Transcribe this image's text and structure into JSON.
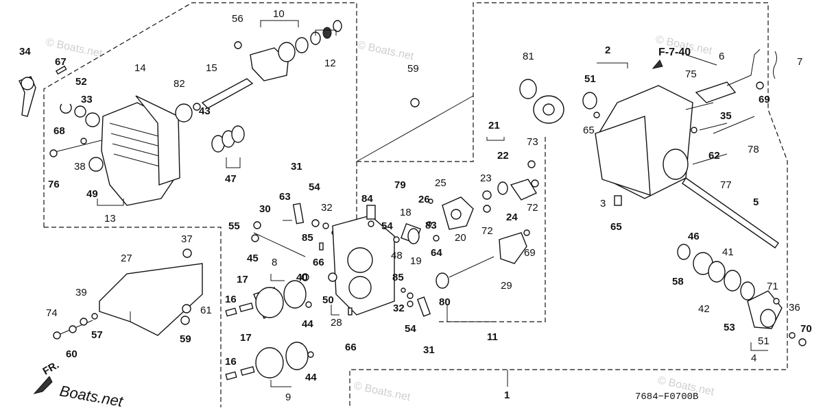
{
  "diagram": {
    "diagram_code": "7684−F0700B",
    "reference_label": "F-7-40",
    "watermark": "Boats.net",
    "watermark_small": "© Boats.net",
    "front_label": "FR.",
    "part_labels": {
      "p1": "1",
      "p2": "2",
      "p3": "3",
      "p4": "4",
      "p5": "5",
      "p6": "6",
      "p7": "7",
      "p8": "8",
      "p9": "9",
      "p10": "10",
      "p11": "11",
      "p12": "12",
      "p13": "13",
      "p14": "14",
      "p15": "15",
      "p16a": "16",
      "p16b": "16",
      "p17a": "17",
      "p17b": "17",
      "p18": "18",
      "p19": "19",
      "p20": "20",
      "p21": "21",
      "p22": "22",
      "p23": "23",
      "p24": "24",
      "p25": "25",
      "p26": "26",
      "p27": "27",
      "p28": "28",
      "p29": "29",
      "p30": "30",
      "p31a": "31",
      "p31b": "31",
      "p32a": "32",
      "p32b": "32",
      "p33": "33",
      "p34": "34",
      "p35": "35",
      "p36": "36",
      "p37": "37",
      "p38": "38",
      "p39": "39",
      "p40": "40",
      "p41": "41",
      "p42": "42",
      "p43": "43",
      "p44a": "44",
      "p44b": "44",
      "p45": "45",
      "p46": "46",
      "p47": "47",
      "p48": "48",
      "p49": "49",
      "p50": "50",
      "p51a": "51",
      "p51b": "51",
      "p52": "52",
      "p53": "53",
      "p54a": "54",
      "p54b": "54",
      "p54c": "54",
      "p55": "55",
      "p56": "56",
      "p57": "57",
      "p58": "58",
      "p59a": "59",
      "p59b": "59",
      "p60": "60",
      "p61": "61",
      "p62": "62",
      "p63": "63",
      "p64": "64",
      "p65a": "65",
      "p65b": "65",
      "p66a": "66",
      "p66b": "66",
      "p67": "67",
      "p68": "68",
      "p69a": "69",
      "p69b": "69",
      "p70": "70",
      "p71": "71",
      "p72a": "72",
      "p72b": "72",
      "p73": "73",
      "p74": "74",
      "p75": "75",
      "p76": "76",
      "p77": "77",
      "p78": "78",
      "p79": "79",
      "p80": "80",
      "p81": "81",
      "p82": "82",
      "p83": "83",
      "p84": "84",
      "p85a": "85",
      "p85b": "85"
    }
  }
}
